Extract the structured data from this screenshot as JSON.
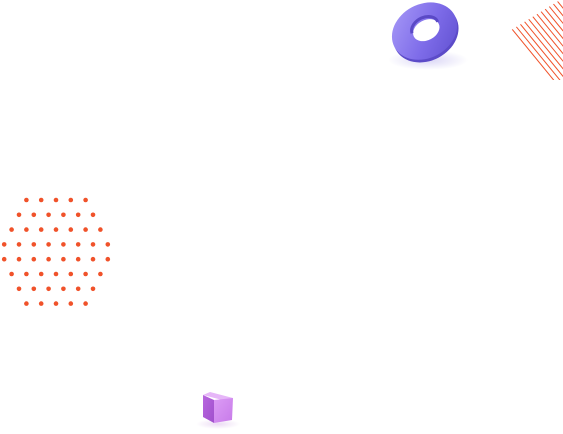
{
  "colors": {
    "background": "#ffffff",
    "dots": "#f0522a",
    "stripes": "#f0522a",
    "ring_light": "#9d8cf6",
    "ring_mid": "#7e6ce9",
    "ring_dark": "#5c4bc8",
    "cube_front": "#d48ef0",
    "cube_side": "#b864de",
    "cube_top": "#e6b8f8"
  },
  "decorations": {
    "ring": "purple-ring-shape",
    "stripes": "orange-diagonal-lines",
    "dots": "orange-dot-pattern",
    "cube": "pink-cube-shape"
  },
  "dot_pattern": {
    "row_counts": [
      5,
      6,
      7,
      8,
      8,
      7,
      6,
      5
    ]
  }
}
